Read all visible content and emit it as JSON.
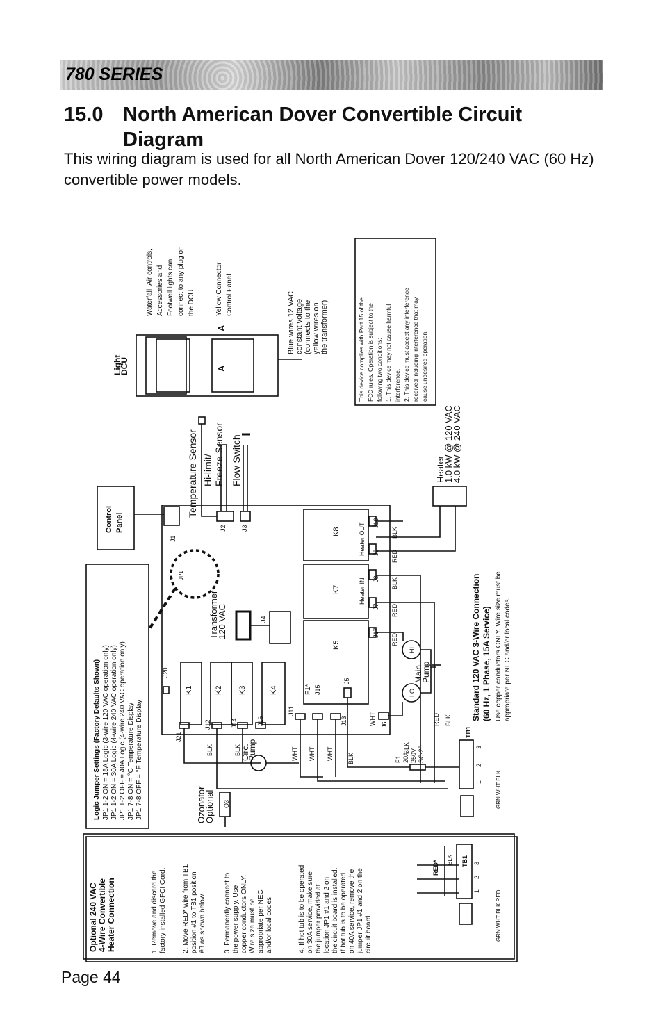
{
  "header": {
    "series": "780 SERIES"
  },
  "section": {
    "number": "15.0",
    "title_line1": "North American Dover Convertible Circuit",
    "title_line2": "Diagram",
    "intro": "This wiring diagram is used for all North American Dover 120/240 VAC (60 Hz) convertible power models."
  },
  "diagram": {
    "control_panel": [
      "Control",
      "Panel"
    ],
    "temperature_sensor": "Temperature Sensor",
    "hilimit": [
      "Hi-limit/",
      "Freeze Sensor"
    ],
    "flow_switch": "Flow Switch",
    "light_dcu": [
      "Light",
      "DCU"
    ],
    "waterfall_note": [
      "Waterfall, Air controls,",
      "Accessories and",
      "Footwell lights can",
      "connect to any plug on",
      "the DCU"
    ],
    "yellow_connector": "Yellow Connector",
    "yellow_connector_sub": "Control Panel",
    "connector_marker": "A",
    "blue_wires": [
      "Blue wires 12 VAC",
      "constant voltage",
      "(connects to the",
      "yellow wires on",
      "the transformer)"
    ],
    "fcc": [
      "This device complies with Part 15 of the",
      "FCC rules.  Operation is subject to the",
      "following two conditions:",
      "1.  This device may not cause harmful",
      "     interference.",
      "2.  This device must accept any interference",
      "     received including interference that may",
      "     cause undesired operation."
    ],
    "heater": [
      "Heater",
      "1.0 kW @ 120 VAC",
      "4.0 kW @ 240 VAC"
    ],
    "transformer": [
      "Transformer",
      "120 VAC"
    ],
    "jumper_title": "Logic Jumper Settings (Factory Defaults Shown)",
    "jumper_lines": [
      "JP1 1-2 ON    =  15A Logic (3-wire 120 VAC operation only)",
      "JP1 1-2 ON    =  30A Logic (4-wire 240 VAC operation only)",
      "JP1 1-2 OFF  =  40A Logic (4-wire 240 VAC operation only)",
      "JP1 7-8 ON    =  °C Temperature Display",
      "JP1 7-8 OFF  =  °F Temperature Display"
    ],
    "jp1": "JP1",
    "relays": [
      "K1",
      "K2",
      "K3",
      "K4",
      "K5",
      "K7",
      "K8"
    ],
    "heater_in": "Heater IN",
    "heater_out": "Heater OUT",
    "connectors": [
      "J1",
      "J2",
      "J3",
      "J4",
      "J5",
      "J6",
      "J7",
      "J8",
      "J9",
      "J10",
      "J11",
      "J12",
      "J13",
      "J14",
      "J15",
      "J16",
      "J17",
      "J20",
      "J21"
    ],
    "fuse_label": "F1*",
    "fuse_spec": [
      "F1",
      "20A",
      "250V",
      "SC-20"
    ],
    "circ_pump": [
      "Circ.",
      "Pump"
    ],
    "main_pump": [
      "Main",
      "Pump"
    ],
    "hi": "HI",
    "lo": "LO",
    "ozonator": [
      "Ozonator",
      "Optional"
    ],
    "o3": "O3",
    "wire_colors": {
      "blk": "BLK",
      "wht": "WHT",
      "red": "RED",
      "grn": "GRN"
    },
    "tb1": "TB1",
    "terminal_numbers": [
      "1",
      "2",
      "3"
    ],
    "standard_title": [
      "Standard 120 VAC 3-Wire Connection",
      "(60 Hz, 1 Phase, 15A Service)"
    ],
    "standard_note": [
      "Use copper conductors ONLY.  Wire size must be",
      "appropriate per NEC and/or local codes."
    ],
    "optional_title": [
      "Optional 240 VAC",
      "4-Wire Convertible",
      "Heater Connection"
    ],
    "optional_steps": [
      [
        "1.  Remove and discard the",
        "     factory installed GFCI Cord."
      ],
      [
        "2.  Move RED* wire from TB1",
        "     position #1 to TB1 position",
        "     #3 as shown below."
      ],
      [
        "3.  Permanently connect to",
        "     the power supply.  Use",
        "     copper conductors ONLY.",
        "     Wire size must be",
        "     appropriate per NEC",
        "     and/or local codes."
      ],
      [
        "4.  If hot tub is to be operated",
        "     on 30A service, make sure",
        "     the jumper provided at",
        "     location JP1 #1 and 2 on",
        "     the circuit board is installed.",
        "     If hot tub is to be operated",
        "     on 40A service, remove the",
        "     jumper JP1 #1 and 2 on the",
        "     circuit board."
      ]
    ],
    "red_star": "RED*",
    "bottom_colors": "GRN  WHT  BLK",
    "bottom_colors_opt": "GRN  WHT  BLK  RED"
  },
  "footer": {
    "page": "Page 44"
  }
}
